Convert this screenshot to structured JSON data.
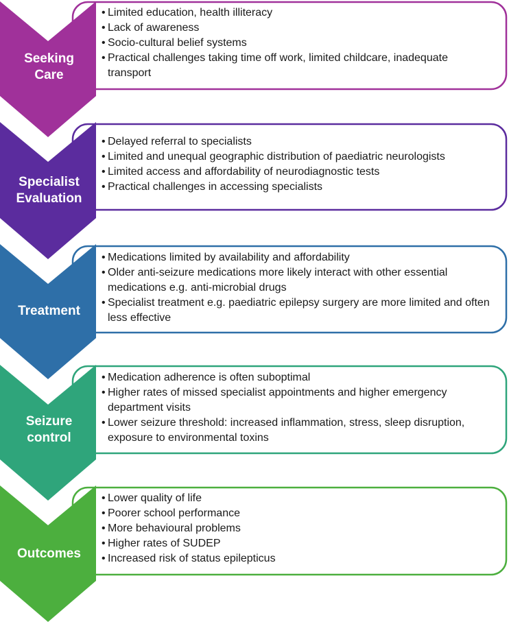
{
  "stages": [
    {
      "title": "Seeking Care",
      "color": "#A0319A",
      "bullets": [
        "Limited education, health illiteracy",
        "Lack of awareness",
        "Socio-cultural belief systems",
        "Practical challenges taking time off work, limited childcare, inadequate transport"
      ]
    },
    {
      "title": "Specialist Evaluation",
      "color": "#5B2C9E",
      "bullets": [
        "Delayed referral to specialists",
        "Limited and unequal geographic distribution of paediatric neurologists",
        "Limited access and affordability of neurodiagnostic tests",
        "Practical challenges in accessing specialists"
      ]
    },
    {
      "title": "Treatment",
      "color": "#2E6FA8",
      "bullets": [
        "Medications limited by availability and affordability",
        "Older anti-seizure medications more likely interact with other essential medications e.g. anti-microbial drugs",
        "Specialist treatment e.g. paediatric epilepsy surgery are more limited and often less effective"
      ]
    },
    {
      "title": "Seizure control",
      "color": "#2FA57B",
      "bullets": [
        "Medication adherence is often suboptimal",
        "Higher rates of missed specialist appointments and higher emergency department visits",
        "Lower seizure threshold: increased inflammation, stress, sleep disruption, exposure to environmental toxins"
      ]
    },
    {
      "title": "Outcomes",
      "color": "#4CAF3E",
      "bullets": [
        "Lower quality of life",
        "Poorer school performance",
        "More behavioural problems",
        "Higher rates of SUDEP",
        "Increased risk of status epilepticus"
      ]
    }
  ]
}
